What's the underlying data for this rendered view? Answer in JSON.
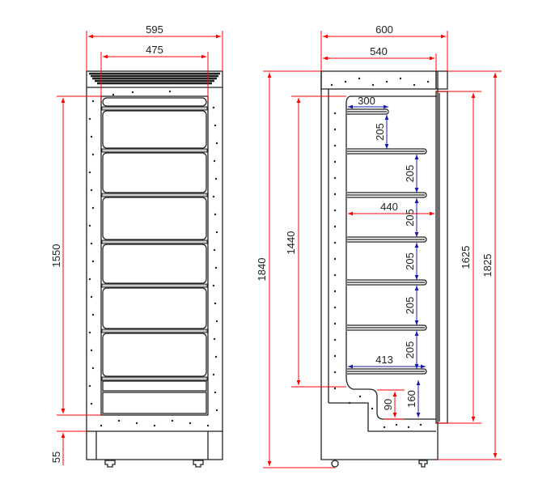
{
  "front_view": {
    "dims": {
      "overall_width": "595",
      "inner_width": "475",
      "inner_height": "1550",
      "base_height": "55"
    }
  },
  "side_view": {
    "dims": {
      "overall_depth": "600",
      "body_depth": "540",
      "overall_height": "1840",
      "inner_height": "1440",
      "door_height": "1625",
      "body_height": "1825",
      "top_shelf_depth": "300",
      "mid_shelf_depth": "440",
      "bottom_shelf_depth": "413",
      "shelf_spacing": [
        "205",
        "205",
        "205",
        "205",
        "205",
        "205"
      ],
      "bottom_gap": "160",
      "step_height": "90"
    }
  },
  "colors": {
    "outline": "#222222",
    "dimension_red": "#ff0000",
    "dimension_blue": "#1a1aa8"
  }
}
